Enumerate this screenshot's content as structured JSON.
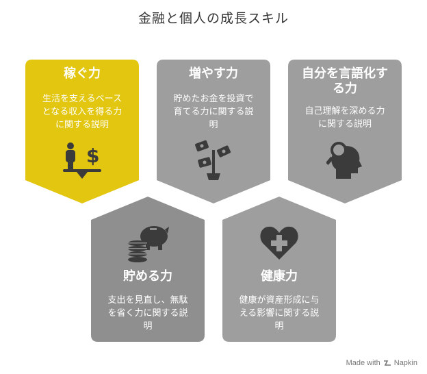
{
  "title": "金融と個人の成長スキル",
  "colors": {
    "highlight": "#e2c60f",
    "card": "#9e9e9e",
    "card_dark": "#8f8f8f",
    "icon": "#3b3b3b"
  },
  "cards": [
    {
      "heading": "稼ぐ力",
      "lines": [
        "生活を支えるベース",
        "となる収入を得る力",
        "に関する説明"
      ],
      "icon": "person-coin-balance-icon"
    },
    {
      "heading": "増やす力",
      "lines": [
        "貯めたお金を投資で",
        "育てる力に関する説",
        "明"
      ],
      "icon": "money-plant-icon"
    },
    {
      "heading_lines": [
        "自分を言語化す",
        "る力"
      ],
      "lines": [
        "自己理解を深める力",
        "に関する説明"
      ],
      "icon": "head-magnifier-icon"
    },
    {
      "heading": "貯める力",
      "lines": [
        "支出を見直し、無駄",
        "を省く力に関する説",
        "明"
      ],
      "icon": "piggy-bank-coins-icon"
    },
    {
      "heading": "健康力",
      "lines": [
        "健康が資産形成に与",
        "える影響に関する説",
        "明"
      ],
      "icon": "heart-plus-icon"
    }
  ],
  "footer": {
    "made_with": "Made with",
    "brand": "Napkin"
  }
}
